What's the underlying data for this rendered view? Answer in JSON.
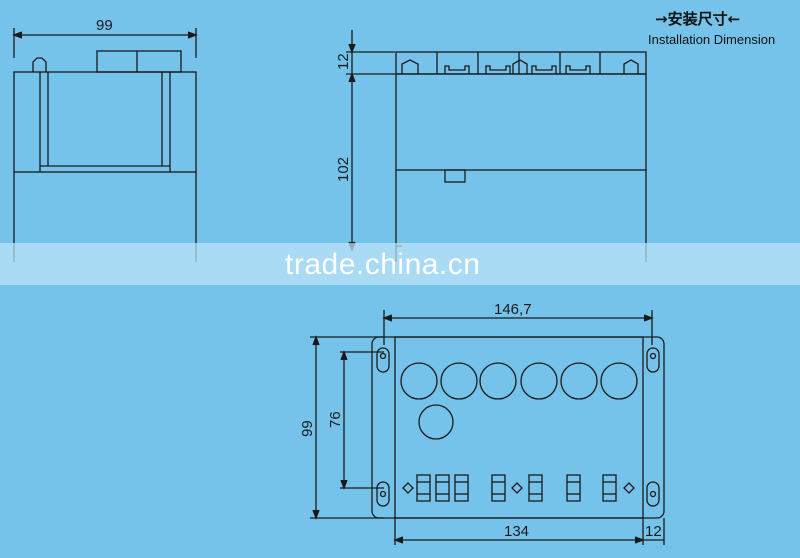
{
  "header": {
    "title_cn": "→安装尺寸←",
    "title_en": "Installation Dimension"
  },
  "watermark": "trade.china.cn",
  "colors": {
    "background": "#75c3ea",
    "line": "#1a1a1a",
    "band": "#bee4f8"
  },
  "dimensions": {
    "side_width": "99",
    "front_connector_height": "12",
    "front_body_height": "102",
    "bottom_overall_width": "146,7",
    "bottom_hole_spacing_width": "134",
    "bottom_edge_offset": "12",
    "bottom_overall_height": "99",
    "bottom_hole_spacing_height": "76"
  },
  "diagram": {
    "views": [
      "side-view",
      "front-view",
      "bottom-view"
    ],
    "large_terminals": 6,
    "extra_terminal": 1,
    "small_terminals": 7
  }
}
